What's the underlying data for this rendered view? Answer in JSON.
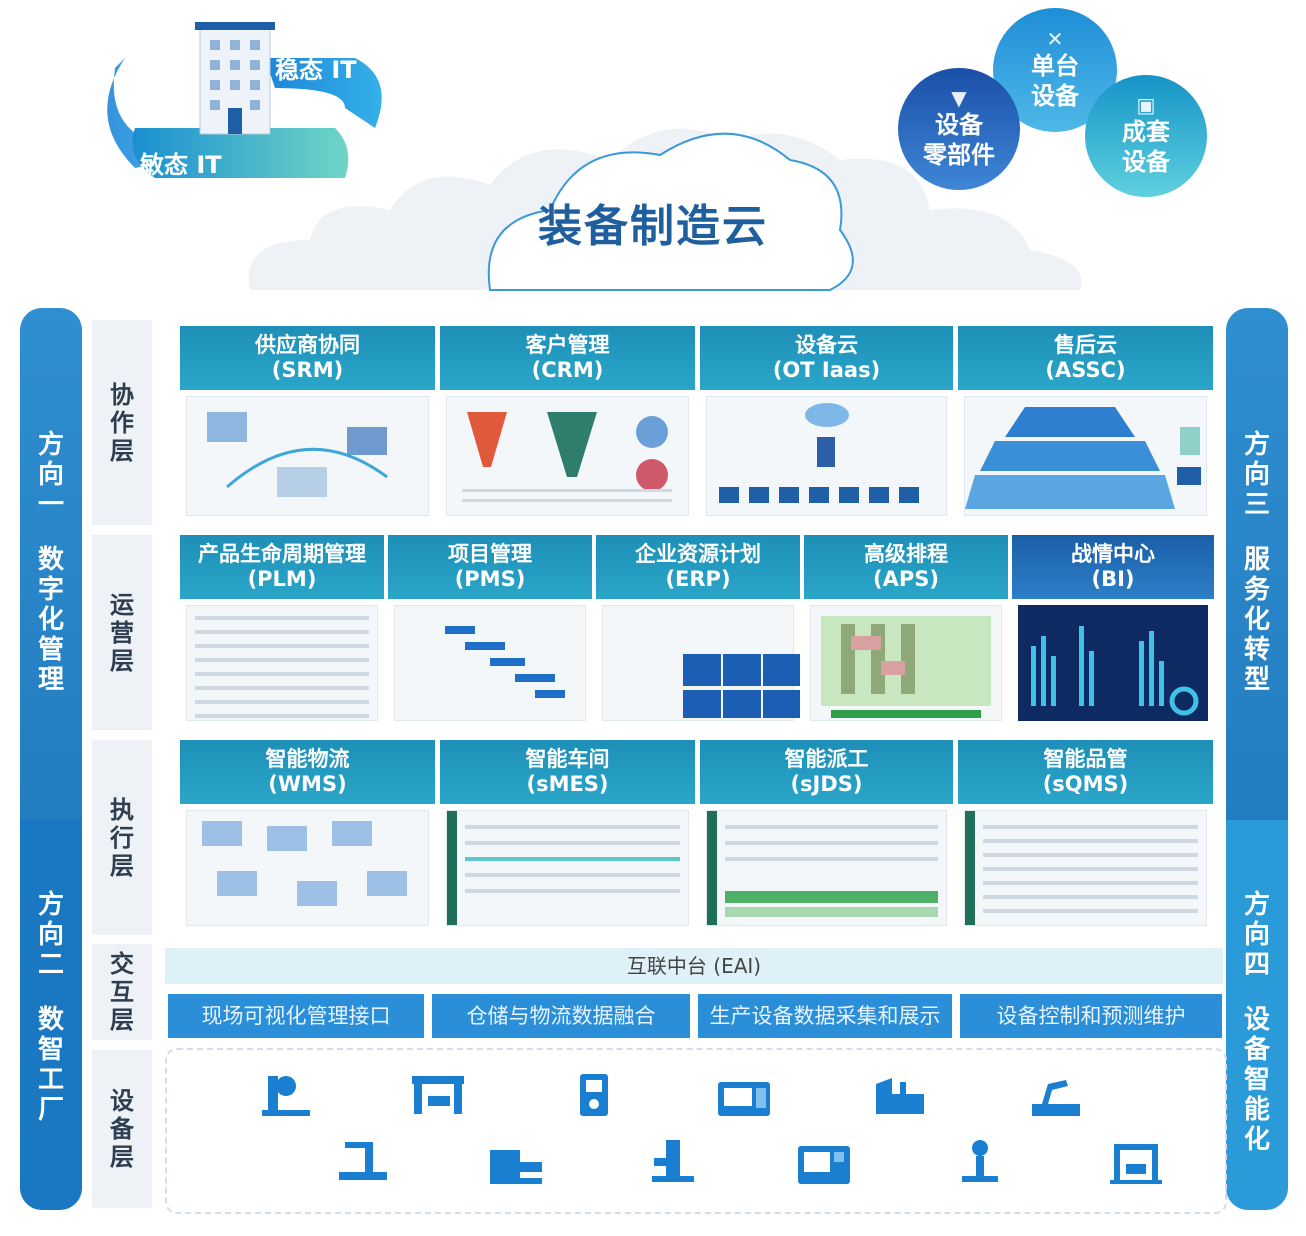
{
  "top": {
    "stable_it": "稳态 IT",
    "agile_it": "敏态 IT",
    "cloud_title": "装备制造云",
    "bubbles": [
      {
        "label": "单台设备",
        "lines": [
          "单台",
          "设备"
        ]
      },
      {
        "label": "设备零部件",
        "lines": [
          "设备",
          "零部件"
        ]
      },
      {
        "label": "成套设备",
        "lines": [
          "成套",
          "设备"
        ]
      }
    ]
  },
  "left_directions": [
    {
      "title": "方向一",
      "name": "数字化管理"
    },
    {
      "title": "方向二",
      "name": "数智工厂"
    }
  ],
  "right_directions": [
    {
      "title": "方向三",
      "name": "服务化转型"
    },
    {
      "title": "方向四",
      "name": "设备智能化"
    }
  ],
  "layers": {
    "collab": "协作层",
    "ops": "运营层",
    "exec": "执行层",
    "interact": "交互层",
    "device": "设备层"
  },
  "collab_modules": [
    {
      "name": "供应商协同",
      "code": "(SRM)"
    },
    {
      "name": "客户管理",
      "code": "(CRM)"
    },
    {
      "name": "设备云",
      "code": "(OT Iaas)"
    },
    {
      "name": "售后云",
      "code": "(ASSC)"
    }
  ],
  "ops_modules": [
    {
      "name": "产品生命周期管理",
      "code": "(PLM)"
    },
    {
      "name": "项目管理",
      "code": "(PMS)"
    },
    {
      "name": "企业资源计划",
      "code": "(ERP)"
    },
    {
      "name": "高级排程",
      "code": "(APS)"
    },
    {
      "name": "战情中心",
      "code": "(BI)"
    }
  ],
  "exec_modules": [
    {
      "name": "智能物流",
      "code": "(WMS)"
    },
    {
      "name": "智能车间",
      "code": "(sMES)"
    },
    {
      "name": "智能派工",
      "code": "(sJDS)"
    },
    {
      "name": "智能品管",
      "code": "(sQMS)"
    }
  ],
  "eai": "互联中台 (EAI)",
  "interfaces": [
    "现场可视化管理接口",
    "仓储与物流数据融合",
    "生产设备数据采集和展示",
    "设备控制和预测维护"
  ],
  "colors": {
    "primary": "#1f7fc8",
    "card_head": "#1e96bd",
    "title": "#1f5f9e"
  }
}
